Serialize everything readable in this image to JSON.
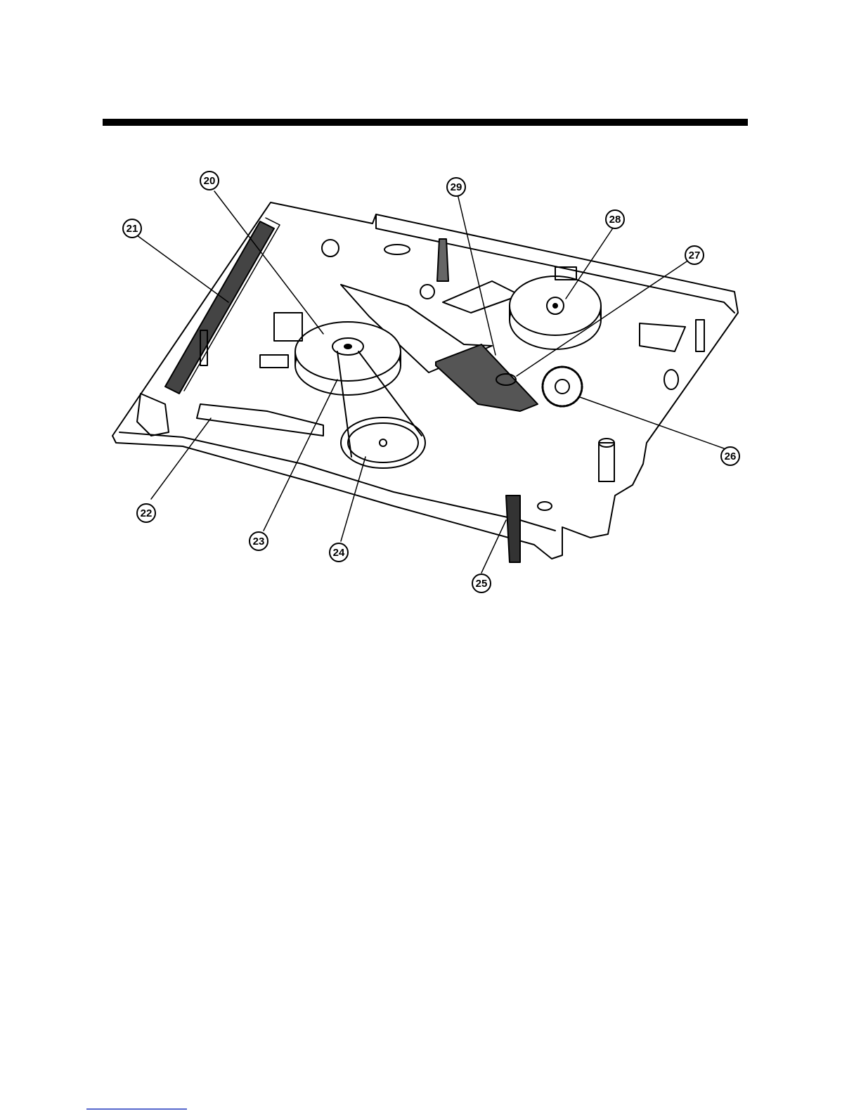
{
  "figure": {
    "callouts": [
      {
        "id": "c20",
        "label": "20"
      },
      {
        "id": "c21",
        "label": "21"
      },
      {
        "id": "c22",
        "label": "22"
      },
      {
        "id": "c23",
        "label": "23"
      },
      {
        "id": "c24",
        "label": "24"
      },
      {
        "id": "c25",
        "label": "25"
      },
      {
        "id": "c26",
        "label": "26"
      },
      {
        "id": "c27",
        "label": "27"
      },
      {
        "id": "c28",
        "label": "28"
      },
      {
        "id": "c29",
        "label": "29"
      }
    ]
  },
  "colors": {
    "ink": "#000000",
    "paper": "#ffffff",
    "link": "#5566cc"
  }
}
